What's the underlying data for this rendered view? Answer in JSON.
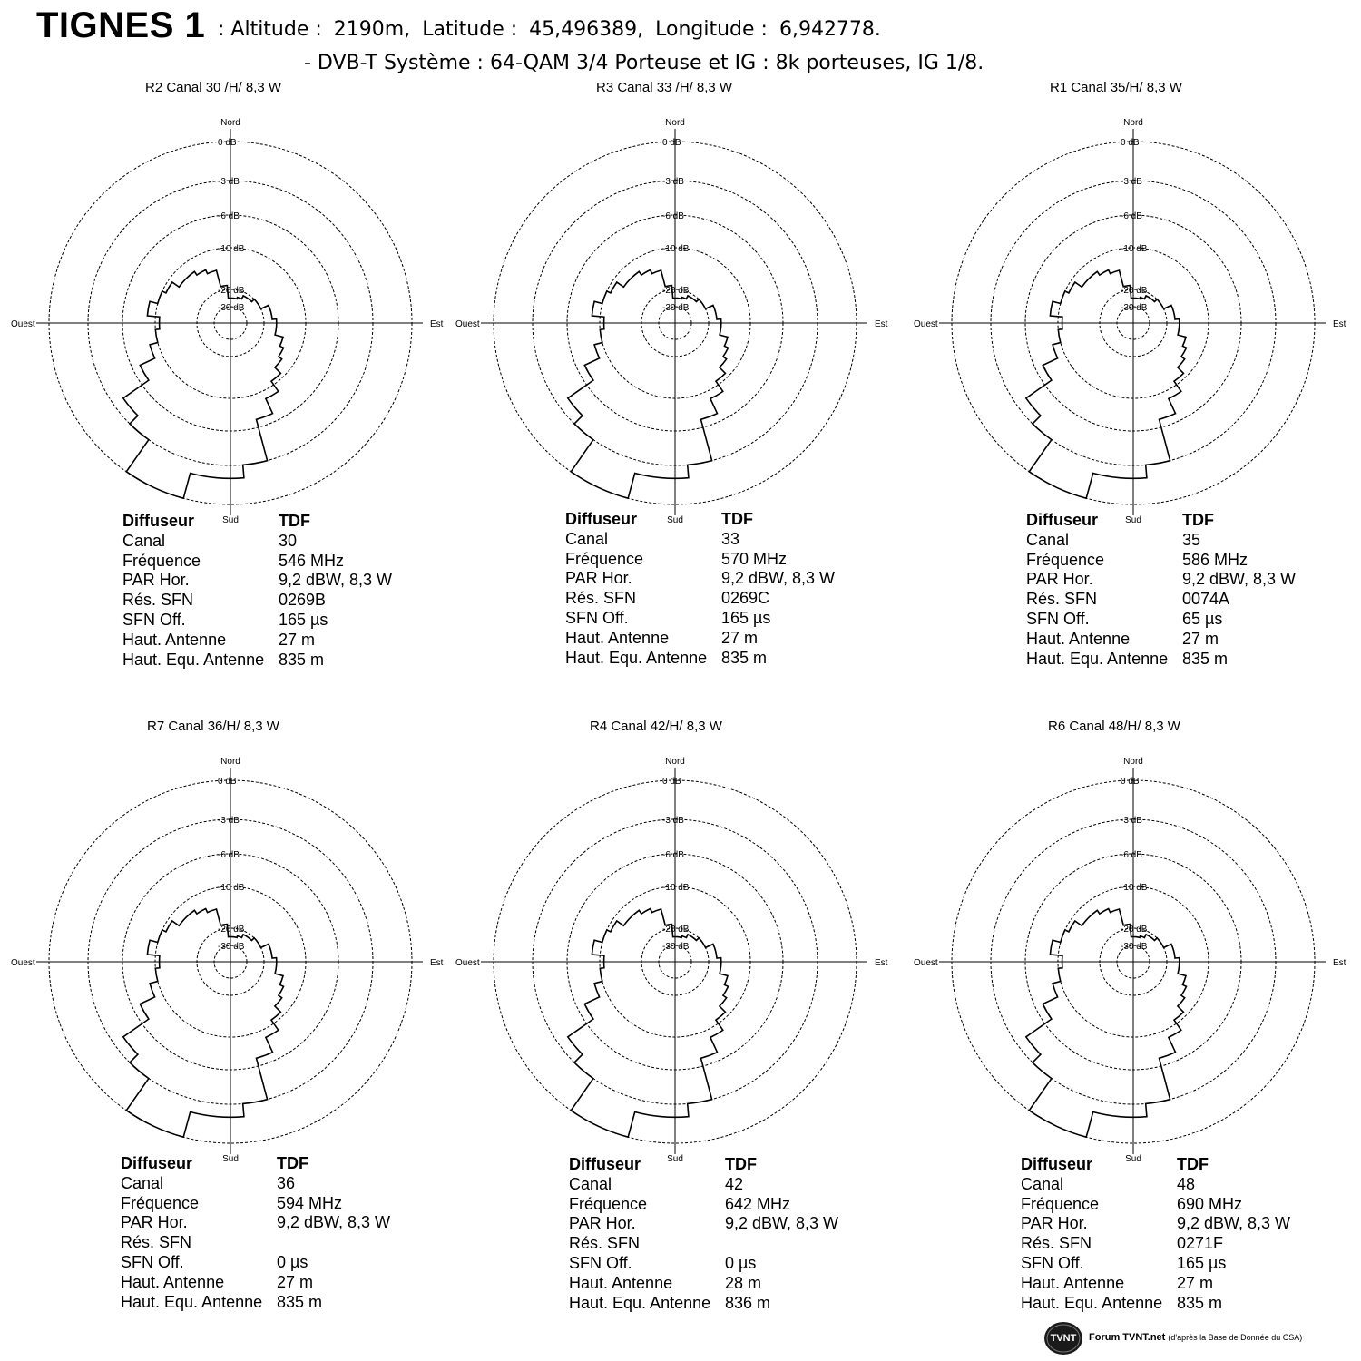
{
  "header": {
    "title": "TIGNES 1",
    "altitude_label": ": Altitude :",
    "altitude_value": "2190m,",
    "latitude_label": "Latitude :",
    "latitude_value": "45,496389,",
    "longitude_label": "Longitude :",
    "longitude_value": "6,942778.",
    "system_line": "- DVB-T  Système : 64-QAM 3/4   Porteuse et IG : 8k porteuses, IG 1/8."
  },
  "polar_labels": {
    "north": "Nord",
    "south": "Sud",
    "east": "Est",
    "west": "Ouest",
    "rings": [
      "0 dB",
      "-3 dB",
      "-6 dB",
      "-10 dB",
      "-20 dB",
      "-30 dB"
    ]
  },
  "info_labels": {
    "diffuseur": "Diffuseur",
    "canal": "Canal",
    "frequence": "Fréquence",
    "par": "PAR Hor.",
    "sfn": "Rés. SFN",
    "sfn_off": "SFN Off.",
    "haut": "Haut. Antenne",
    "haut_equ": "Haut. Equ. Antenne"
  },
  "chart_data": [
    {
      "type": "polar",
      "title": "R2  Canal 30 /H/ 8,3 W",
      "gains_db": [
        -25,
        -25,
        -24,
        -22,
        -22,
        -20,
        -20,
        -18,
        -18,
        -17,
        -17,
        -15,
        -14,
        -13,
        -11,
        -9,
        -7,
        -3,
        -2,
        -2,
        0,
        0,
        -3,
        -4,
        -7,
        -9,
        -10,
        -11,
        -9,
        -10,
        -11,
        -13,
        -13,
        -14,
        -15,
        -19
      ],
      "diffuseur": "TDF",
      "canal": "30",
      "frequence": "546 MHz",
      "par": "9,2 dBW, 8,3 W",
      "sfn": "0269B",
      "sfn_off": "165 µs",
      "haut": "27 m",
      "haut_equ": "835 m"
    },
    {
      "type": "polar",
      "title": "R3  Canal 33 /H/ 8,3 W",
      "gains_db": [
        -25,
        -25,
        -24,
        -22,
        -22,
        -20,
        -20,
        -18,
        -18,
        -17,
        -17,
        -15,
        -14,
        -13,
        -11,
        -9,
        -7,
        -3,
        -2,
        -2,
        0,
        0,
        -3,
        -4,
        -7,
        -9,
        -10,
        -11,
        -9,
        -10,
        -11,
        -13,
        -13,
        -14,
        -15,
        -19
      ],
      "diffuseur": "TDF",
      "canal": "33",
      "frequence": "570 MHz",
      "par": "9,2 dBW, 8,3 W",
      "sfn": "0269C",
      "sfn_off": "165 µs",
      "haut": "27 m",
      "haut_equ": "835 m"
    },
    {
      "type": "polar",
      "title": "R1  Canal  35/H/ 8,3 W",
      "gains_db": [
        -25,
        -25,
        -24,
        -22,
        -22,
        -20,
        -20,
        -18,
        -18,
        -17,
        -17,
        -15,
        -14,
        -13,
        -11,
        -9,
        -7,
        -3,
        -2,
        -2,
        0,
        0,
        -3,
        -4,
        -7,
        -9,
        -10,
        -11,
        -9,
        -10,
        -11,
        -13,
        -13,
        -14,
        -15,
        -19
      ],
      "diffuseur": "TDF",
      "canal": "35",
      "frequence": "586 MHz",
      "par": "9,2 dBW, 8,3 W",
      "sfn": "0074A",
      "sfn_off": "65 µs",
      "haut": "27 m",
      "haut_equ": "835 m"
    },
    {
      "type": "polar",
      "title": "R7  Canal  36/H/ 8,3 W",
      "gains_db": [
        -25,
        -25,
        -24,
        -22,
        -22,
        -20,
        -20,
        -18,
        -18,
        -17,
        -17,
        -15,
        -14,
        -13,
        -11,
        -9,
        -7,
        -3,
        -2,
        -2,
        0,
        0,
        -3,
        -4,
        -7,
        -9,
        -10,
        -11,
        -9,
        -10,
        -11,
        -13,
        -13,
        -14,
        -15,
        -19
      ],
      "diffuseur": "TDF",
      "canal": "36",
      "frequence": "594 MHz",
      "par": "9,2 dBW, 8,3 W",
      "sfn": "",
      "sfn_off": "0 µs",
      "haut": "27 m",
      "haut_equ": "835 m"
    },
    {
      "type": "polar",
      "title": "R4   Canal 42/H/ 8,3 W",
      "gains_db": [
        -25,
        -25,
        -24,
        -22,
        -22,
        -20,
        -20,
        -18,
        -18,
        -17,
        -17,
        -15,
        -14,
        -13,
        -11,
        -9,
        -7,
        -3,
        -2,
        -2,
        0,
        0,
        -3,
        -4,
        -7,
        -9,
        -10,
        -11,
        -9,
        -10,
        -11,
        -13,
        -13,
        -14,
        -15,
        -19
      ],
      "diffuseur": "TDF",
      "canal": "42",
      "frequence": "642 MHz",
      "par": "9,2 dBW, 8,3 W",
      "sfn": "",
      "sfn_off": "0 µs",
      "haut": "28 m",
      "haut_equ": "836 m"
    },
    {
      "type": "polar",
      "title": "R6   Canal 48/H/ 8,3 W",
      "gains_db": [
        -25,
        -25,
        -24,
        -22,
        -22,
        -20,
        -20,
        -18,
        -18,
        -17,
        -17,
        -15,
        -14,
        -13,
        -11,
        -9,
        -7,
        -3,
        -2,
        -2,
        0,
        0,
        -3,
        -4,
        -7,
        -9,
        -10,
        -11,
        -9,
        -10,
        -11,
        -13,
        -13,
        -14,
        -15,
        -19
      ],
      "diffuseur": "TDF",
      "canal": "48",
      "frequence": "690 MHz",
      "par": "9,2 dBW, 8,3 W",
      "sfn": "0271F",
      "sfn_off": "165 µs",
      "haut": "27 m",
      "haut_equ": "835 m"
    }
  ],
  "footer": {
    "logo_text": "TVNT",
    "site": "Forum TVNT.net",
    "note": "(d'après la Base de Donnée du CSA)"
  }
}
